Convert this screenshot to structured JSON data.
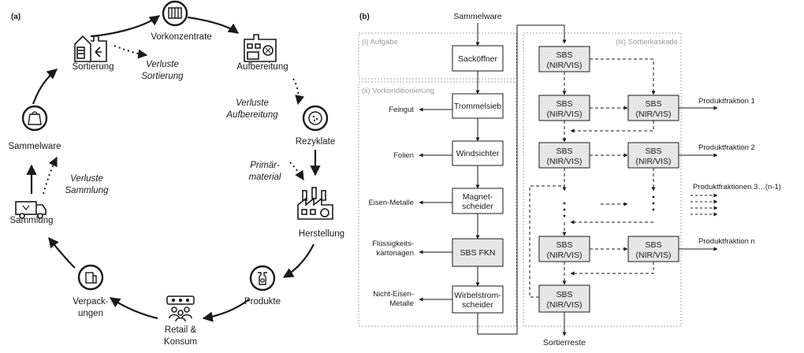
{
  "panel_a": {
    "label": "(a)",
    "nodes": {
      "sortierung": "Sortierung",
      "vorkonzentrate": "Vorkonzentrate",
      "aufbereitung": "Aufbereitung",
      "rezyklate": "Rezyklate",
      "herstellung": "Herstellung",
      "produkte": "Produkte",
      "retail_1": "Retail &",
      "retail_2": "Konsum",
      "verpackungen_1": "Verpack-",
      "verpackungen_2": "ungen",
      "sammlung": "Sammlung",
      "sammelware": "Sammelware"
    },
    "losses": {
      "sortierung_1": "Verluste",
      "sortierung_2": "Sortierung",
      "aufbereitung_1": "Verluste",
      "aufbereitung_2": "Aufbereitung",
      "sammlung_1": "Verluste",
      "sammlung_2": "Sammlung",
      "primaer_1": "Primär-",
      "primaer_2": "material"
    }
  },
  "panel_b": {
    "label": "(b)",
    "input": "Sammelware",
    "output": "Sortierreste",
    "regions": {
      "aufgabe": "(i) Aufgabe",
      "vorkonditionierung": "(ii) Vorkonditionierung",
      "sortierkaskade": "(iii) Sortierkaskade"
    },
    "process": {
      "sackoeffner": "Sacköffner",
      "trommelsieb": "Trommelsieb",
      "windsichter": "Windsichter",
      "magnet_1": "Magnet-",
      "magnet_2": "scheider",
      "sbs_fkn": "SBS FKN",
      "wirbel_1": "Wirbelstrom-",
      "wirbel_2": "scheider"
    },
    "side_outputs": {
      "feingut": "Feingut",
      "folien": "Folien",
      "eisen": "Eisen-Metalle",
      "fluessig_1": "Flüssigkeits-",
      "fluessig_2": "kartonagen",
      "nicht_eisen_1": "Nicht-Eisen-",
      "nicht_eisen_2": "Metalle"
    },
    "sbs": {
      "line1": "SBS",
      "line2": "(NIR/VIS)"
    },
    "fractions": {
      "f1": "Produktfraktion 1",
      "f2": "Produktfraktion 2",
      "f3": "Produktfraktionen 3…(n-1)",
      "fn": "Produktfraktion n"
    }
  },
  "colors": {
    "box_fill": "#e6e6e6",
    "line": "#1a1a1a",
    "region_border": "#a8a8a8"
  }
}
